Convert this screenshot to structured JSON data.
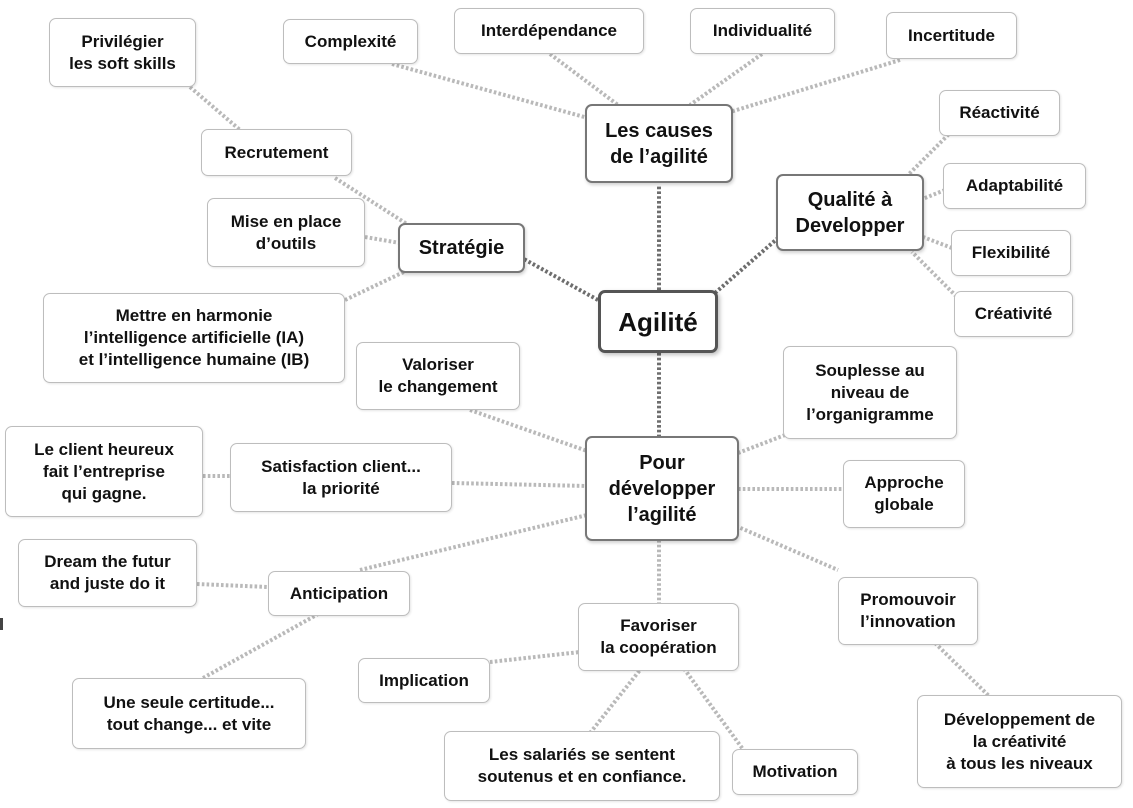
{
  "center": {
    "label": "Agilité"
  },
  "main": {
    "causes": "Les causes\nde l’agilité",
    "strategie": "Stratégie",
    "qualite": "Qualité à\nDevelopper",
    "pour": "Pour\ndévelopper\nl’agilité"
  },
  "causes": {
    "complexite": "Complexité",
    "interdependance": "Interdépendance",
    "individualite": "Individualité",
    "incertitude": "Incertitude"
  },
  "strategie": {
    "privilegier": "Privilégier\nles soft skills",
    "recrutement": "Recrutement",
    "outils": "Mise en place\nd’outils",
    "harmonie": "Mettre en harmonie\nl’intelligence artificielle (IA)\net l’intelligence humaine (IB)"
  },
  "qualite": {
    "reactivite": "Réactivité",
    "adaptabilite": "Adaptabilité",
    "flexibilite": "Flexibilité",
    "creativite": "Créativité"
  },
  "pour": {
    "valoriser": "Valoriser\nle changement",
    "satisfaction": "Satisfaction client...\nla priorité",
    "client_heureux": "Le client heureux\nfait l’entreprise\nqui gagne.",
    "anticipation": "Anticipation",
    "dream": "Dream the futur\nand juste do it",
    "certitude": "Une seule certitude...\ntout change... et vite",
    "favoriser": "Favoriser\nla coopération",
    "implication": "Implication",
    "salaries": "Les salariés se sentent\nsoutenus et en confiance.",
    "motivation": "Motivation",
    "souplesse": "Souplesse au\nniveau de\nl’organigramme",
    "approche": "Approche\nglobale",
    "promouvoir": "Promouvoir\nl’innovation",
    "developpement": "Développement de\nla créativité\nà tous les niveaux"
  }
}
